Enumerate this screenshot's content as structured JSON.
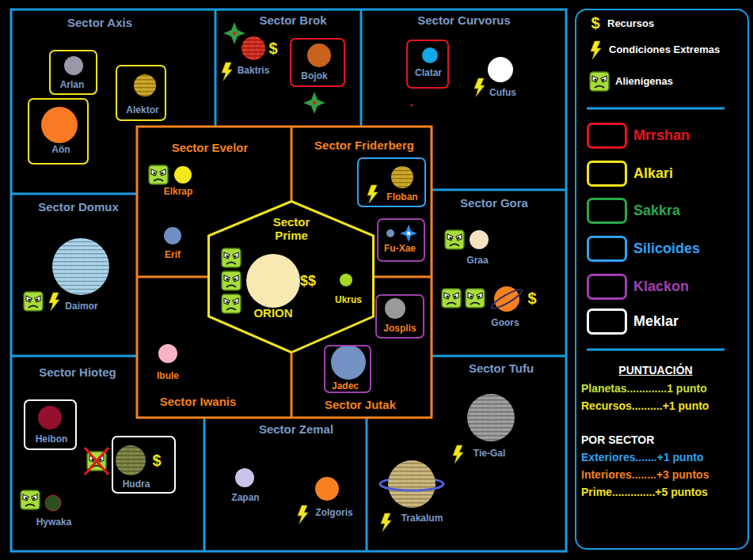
{
  "diagram": {
    "nodes": [
      {
        "text": [
          "Sector Axis"
        ]
      },
      {
        "text": [
          "Arlan"
        ],
        "in": 0
      },
      {
        "text": [
          "Alektor"
        ],
        "in": 0
      },
      {
        "text": [
          "Aön"
        ],
        "in": 0
      },
      {
        "text": [
          "Sector Brok"
        ]
      },
      {
        "text": [
          "Baktris"
        ],
        "in": 4
      },
      {
        "text": [
          "Bojok"
        ],
        "in": 4
      },
      {
        "text": [
          "Sector Curvorus"
        ]
      },
      {
        "text": [
          "Clatar"
        ],
        "in": 7
      },
      {
        "text": [
          "Cufus"
        ],
        "in": 7
      },
      {
        "text": [
          "Sector Evelor"
        ]
      },
      {
        "text": [
          "Elkrap"
        ],
        "in": 10
      },
      {
        "text": [
          "Erif"
        ],
        "in": 10
      },
      {
        "text": [
          "Sector Friderberg"
        ]
      },
      {
        "text": [
          "Floban"
        ],
        "in": 13
      },
      {
        "text": [
          "Fu-Xae"
        ],
        "in": 13
      },
      {
        "text": [
          "Sector Prime"
        ]
      },
      {
        "text": [
          "ORION"
        ],
        "in": 16
      },
      {
        "text": [
          "Ukrus"
        ],
        "in": 16
      },
      {
        "text": [
          "Sector Domux"
        ]
      },
      {
        "text": [
          "Daimor"
        ],
        "in": 19
      },
      {
        "text": [
          "Sector Gora"
        ]
      },
      {
        "text": [
          "Graa"
        ],
        "in": 21
      },
      {
        "text": [
          "Goors"
        ],
        "in": 21
      },
      {
        "text": [
          "Sector Iwanis"
        ]
      },
      {
        "text": [
          "Ibule"
        ],
        "in": 24
      },
      {
        "text": [
          "Sector Jutak"
        ]
      },
      {
        "text": [
          "Josplis"
        ],
        "in": 26
      },
      {
        "text": [
          "Jadec"
        ],
        "in": 26
      },
      {
        "text": [
          "Sector Hioteg"
        ]
      },
      {
        "text": [
          "Heibon"
        ],
        "in": 29
      },
      {
        "text": [
          "Hudra"
        ],
        "in": 29
      },
      {
        "text": [
          "Hywaka"
        ],
        "in": 29
      },
      {
        "text": [
          "Sector Zemal"
        ]
      },
      {
        "text": [
          "Zapan"
        ],
        "in": 33
      },
      {
        "text": [
          "Zolgoris"
        ],
        "in": 33
      },
      {
        "text": [
          "Sector Tufu"
        ]
      },
      {
        "text": [
          "Tie-Gal"
        ],
        "in": 36
      },
      {
        "text": [
          "Trakalum"
        ],
        "in": 36
      }
    ],
    "labels": [
      "$",
      "$$",
      "$",
      "$",
      "$",
      "PUNTUACIÓN",
      "Planetas.............1 punto",
      "Recursos..........+1 punto",
      "POR SECTOR",
      "Exteriores.......+1 punto",
      "Interiores........+3 puntos",
      "Prime..............+5 puntos"
    ],
    "legend": [
      {
        "text": "Recursos"
      },
      {
        "text": "Condiciones Extremas"
      },
      {
        "text": "Alienígenas"
      },
      {
        "text": "Mrrshan",
        "color": "#e8141c"
      },
      {
        "text": "Alkari",
        "color": "#f2e41c"
      },
      {
        "text": "Sakkra",
        "color": "#2aa84a"
      },
      {
        "text": "Silicoides",
        "color": "#2ea3f2"
      },
      {
        "text": "Klackon",
        "color": "#a040b0"
      },
      {
        "text": "Meklar",
        "color": "#ffffff"
      }
    ]
  }
}
